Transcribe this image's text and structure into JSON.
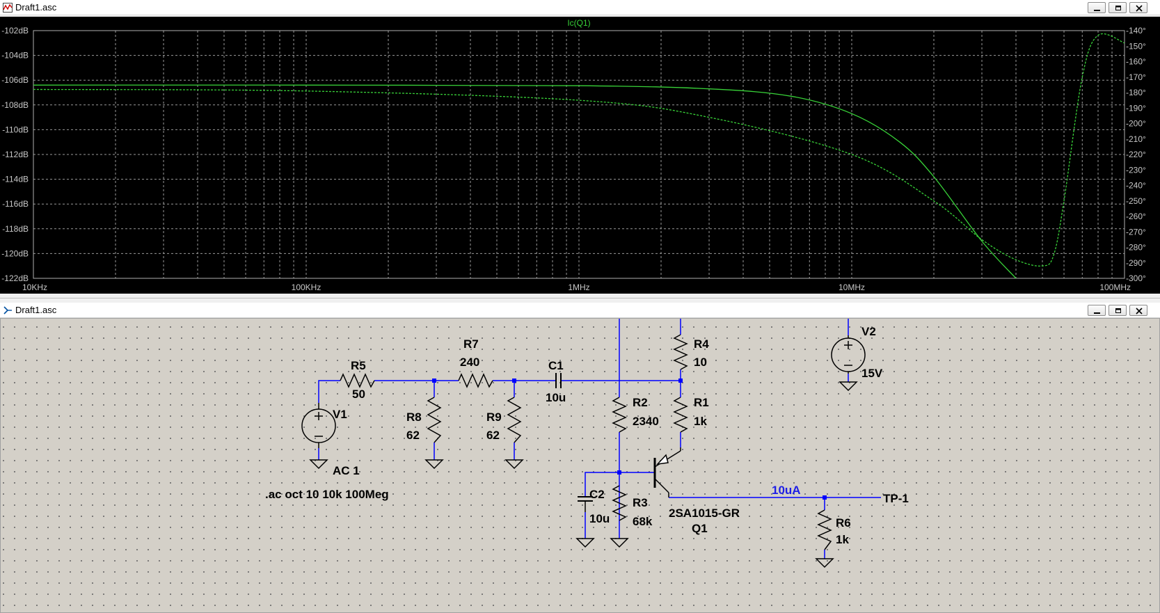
{
  "waveform_window": {
    "title": "Draft1.asc",
    "trace_label": "Ic(Q1)",
    "colors": {
      "background": "#000000",
      "trace": "#38d238",
      "grid": "#9a9a9a"
    },
    "left_axis_ticks": [
      "-102dB",
      "-104dB",
      "-106dB",
      "-108dB",
      "-110dB",
      "-112dB",
      "-114dB",
      "-116dB",
      "-118dB",
      "-120dB",
      "-122dB"
    ],
    "right_axis_ticks": [
      "-140°",
      "-150°",
      "-160°",
      "-170°",
      "-180°",
      "-190°",
      "-200°",
      "-210°",
      "-220°",
      "-230°",
      "-240°",
      "-250°",
      "-260°",
      "-270°",
      "-280°",
      "-290°",
      "-300°"
    ],
    "x_axis_ticks": [
      "10KHz",
      "100KHz",
      "1MHz",
      "10MHz",
      "100MHz"
    ]
  },
  "chart_data": {
    "type": "line",
    "title": "Ic(Q1)",
    "x_scale": "log",
    "xlim": [
      10000,
      100000000
    ],
    "ylim_left": [
      -122,
      -102
    ],
    "ylim_right": [
      -300,
      -140
    ],
    "series": [
      {
        "name": "Ic(Q1)",
        "style": "solid",
        "axis": "left",
        "units": "dB",
        "x": [
          10000,
          100000,
          1000000,
          3000000,
          6000000,
          10000000,
          15000000,
          20000000,
          30000000,
          40000000
        ],
        "y": [
          -106.4,
          -106.4,
          -106.45,
          -106.7,
          -107.3,
          -108.7,
          -111.0,
          -113.8,
          -119.0,
          -122.0
        ]
      },
      {
        "name": "Ic(Q1) phase",
        "style": "dashed",
        "axis": "right",
        "units": "deg",
        "x": [
          10000,
          100000,
          1000000,
          3000000,
          10000000,
          20000000,
          30000000,
          40000000,
          50000000,
          55000000,
          60000000,
          70000000,
          80000000,
          100000000
        ],
        "y": [
          -178,
          -179,
          -185,
          -196,
          -220,
          -250,
          -275,
          -288,
          -292,
          -285,
          -250,
          -170,
          -143,
          -148
        ]
      }
    ]
  },
  "schematic_window": {
    "title": "Draft1.asc",
    "components": {
      "r5": {
        "name": "R5",
        "value": "50"
      },
      "r7": {
        "name": "R7",
        "value": "240"
      },
      "c1": {
        "name": "C1",
        "value": "10u"
      },
      "r8": {
        "name": "R8",
        "value": "62"
      },
      "r9": {
        "name": "R9",
        "value": "62"
      },
      "v1": {
        "name": "V1",
        "value": "AC 1"
      },
      "r4": {
        "name": "R4",
        "value": "10"
      },
      "r2": {
        "name": "R2",
        "value": "2340"
      },
      "r1": {
        "name": "R1",
        "value": "1k"
      },
      "c2": {
        "name": "C2",
        "value": "10u"
      },
      "r3": {
        "name": "R3",
        "value": "68k"
      },
      "q1": {
        "name": "Q1",
        "value": "2SA1015-GR"
      },
      "v2": {
        "name": "V2",
        "value": "15V"
      },
      "r6": {
        "name": "R6",
        "value": "1k"
      }
    },
    "directive": ".ac oct 10 10k 100Meg",
    "current_annotation": "10uA",
    "net_label": "TP-1",
    "colors": {
      "wire": "#0000ff",
      "component": "#000000",
      "annotation": "#1e1ee6"
    }
  }
}
